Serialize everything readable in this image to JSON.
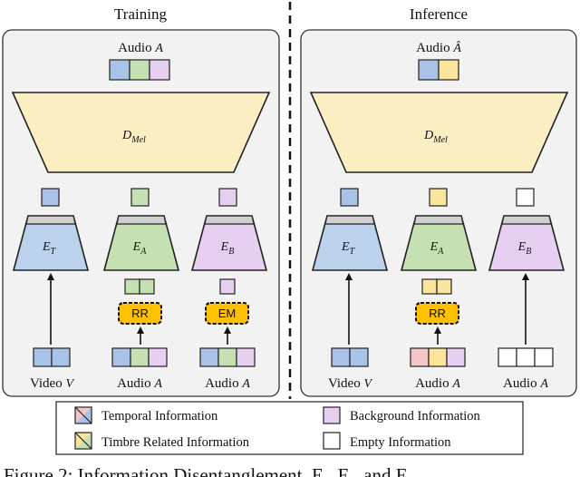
{
  "panels": {
    "training": {
      "title": "Training",
      "top_audio": "Audio",
      "top_audio_sym": "A",
      "decoder": "D",
      "decoder_sub": "Mel",
      "encoders": [
        {
          "name": "E",
          "sub": "T"
        },
        {
          "name": "E",
          "sub": "A"
        },
        {
          "name": "E",
          "sub": "B"
        }
      ],
      "ops": [
        "RR",
        "EM"
      ],
      "inputs": [
        {
          "label": "Video",
          "sym": "V"
        },
        {
          "label": "Audio",
          "sym": "A"
        },
        {
          "label": "Audio",
          "sym": "A"
        }
      ]
    },
    "inference": {
      "title": "Inference",
      "top_audio": "Audio",
      "top_audio_sym": "Â",
      "decoder": "D",
      "decoder_sub": "Mel",
      "encoders": [
        {
          "name": "E",
          "sub": "T"
        },
        {
          "name": "E",
          "sub": "A"
        },
        {
          "name": "E",
          "sub": "B"
        }
      ],
      "ops": [
        "RR"
      ],
      "inputs": [
        {
          "label": "Video",
          "sym": "V"
        },
        {
          "label": "Audio",
          "sym": "A"
        },
        {
          "label": "Audio",
          "sym": "A"
        }
      ]
    }
  },
  "legend": {
    "temporal": "Temporal Information",
    "timbre": "Timbre Related Information",
    "background": "Background Information",
    "empty": "Empty Information"
  },
  "caption": "Figure 2: Information Disentanglement. E  , E  , and E",
  "colors": {
    "temporal": "#a9c3e8",
    "timbre": "#c5e0b2",
    "background": "#e6cff0",
    "pitch_pink": "#f5c6c6",
    "timbre_yellow": "#fbe49c",
    "decoder_fill": "#fbeec2",
    "encoder_blue": "#bcd1ec",
    "encoder_green": "#c5e0b2",
    "encoder_purple": "#e6cff0",
    "op_fill": "#ffc000",
    "panel_fill": "#f2f2f2"
  }
}
